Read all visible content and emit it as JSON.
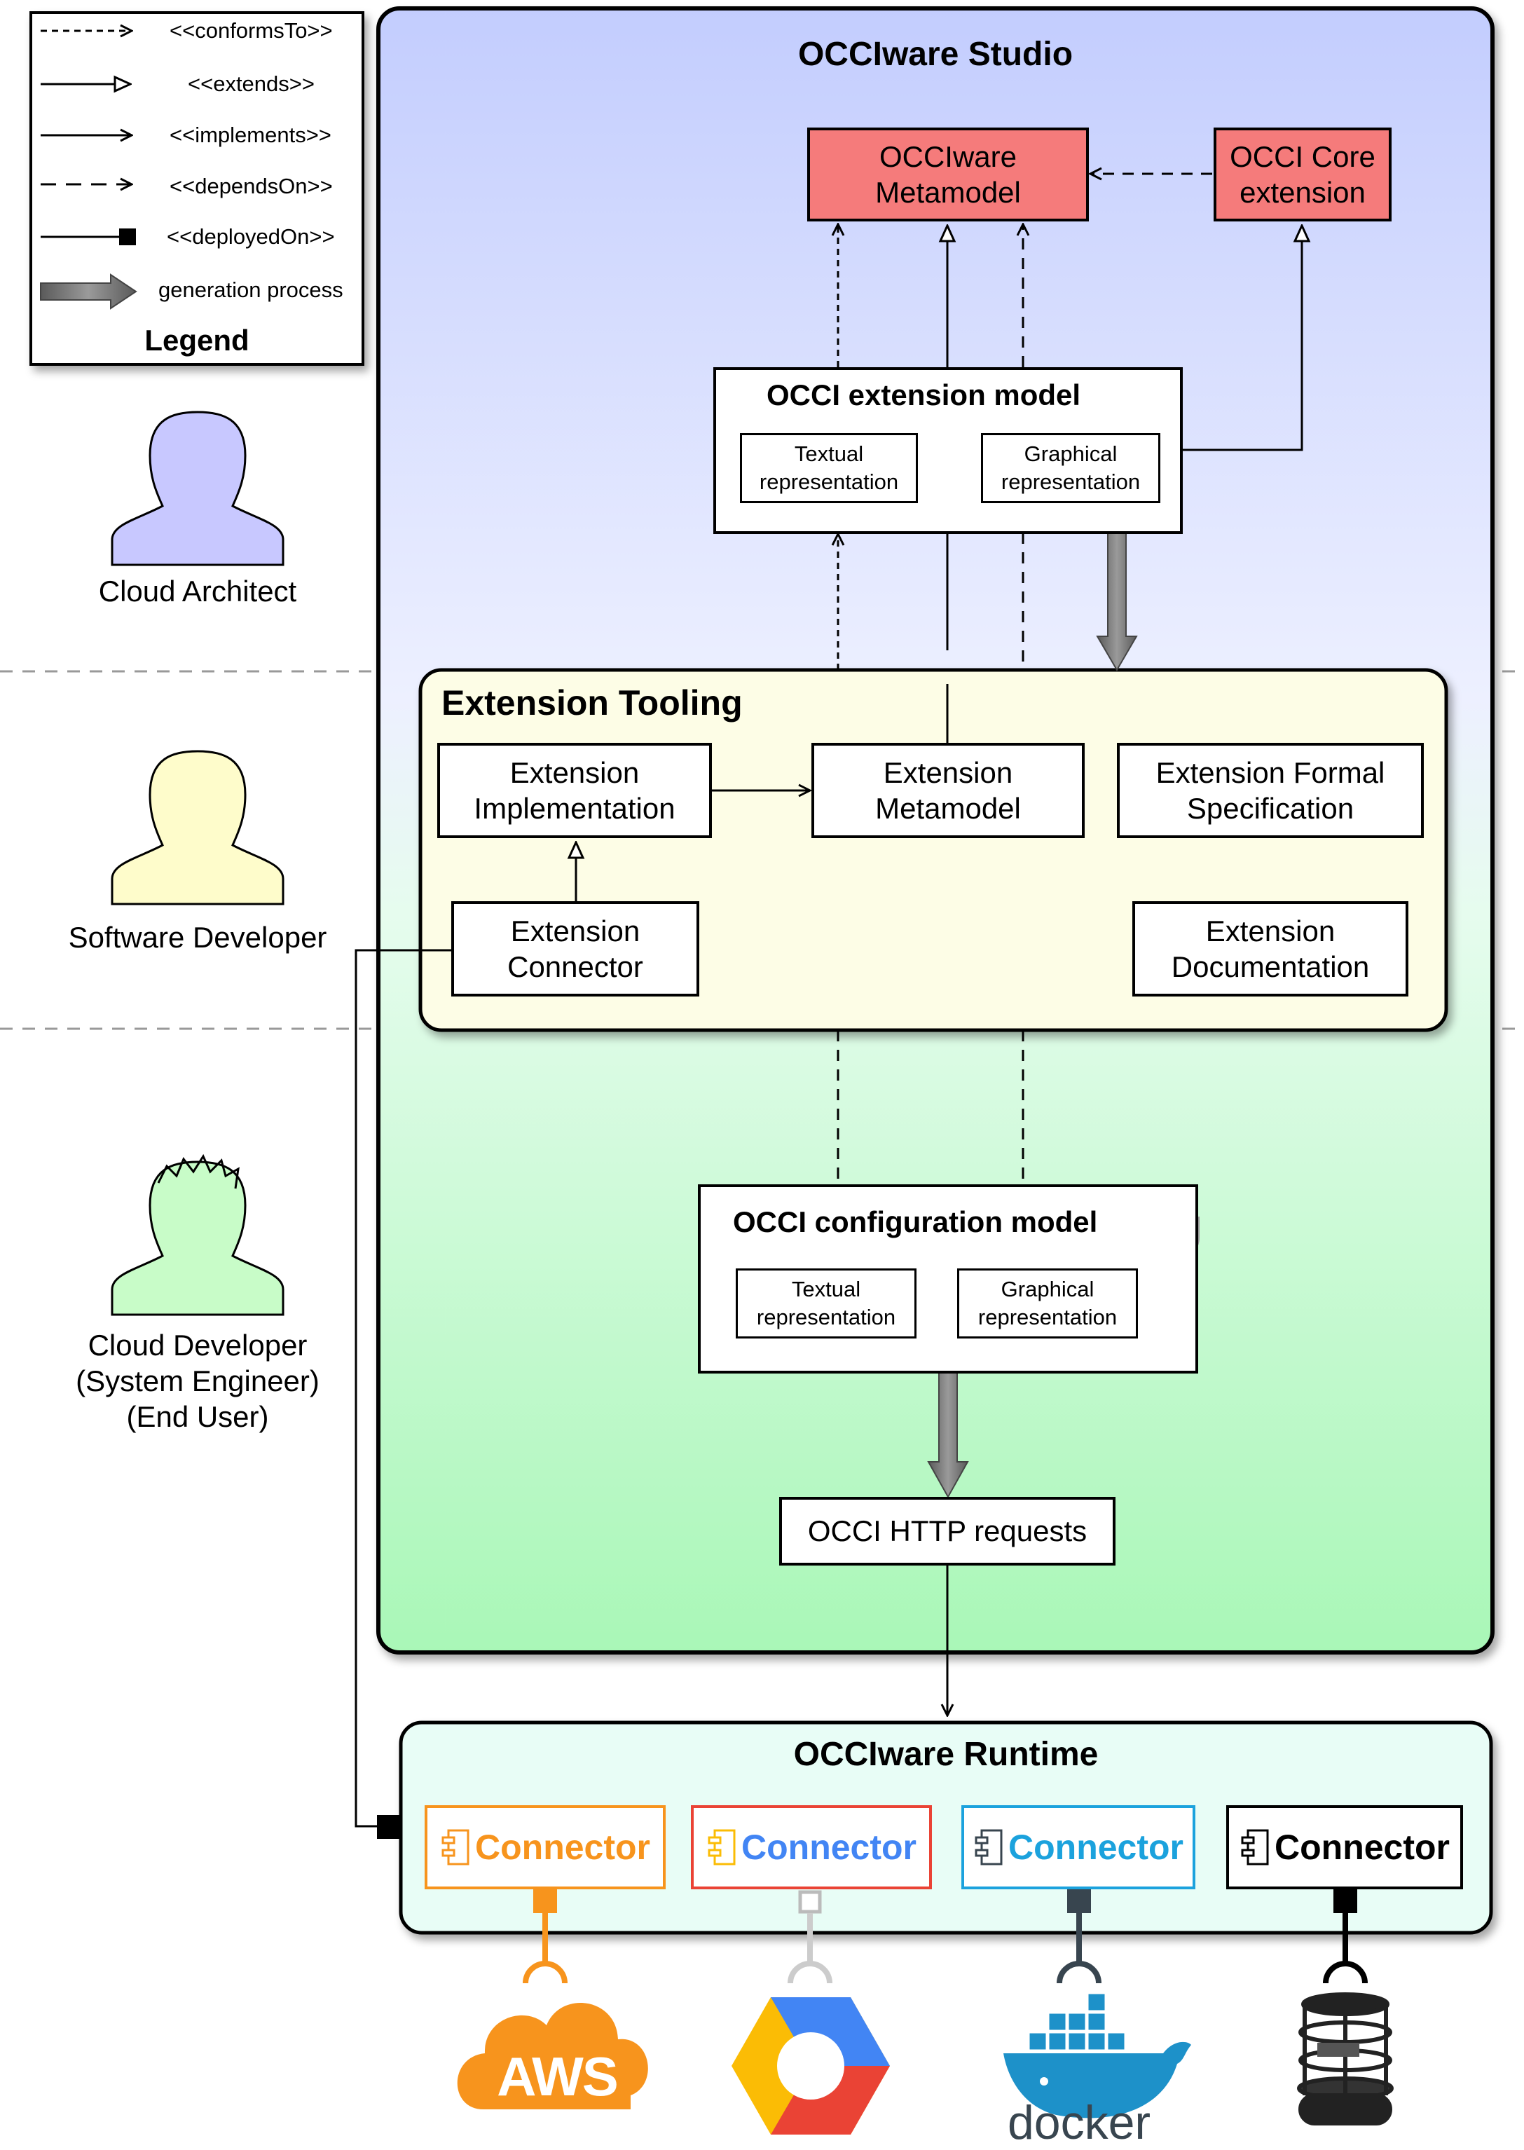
{
  "legend": {
    "title": "Legend",
    "items": [
      {
        "label": "<<conformsTo>>",
        "style": "dotted-open-arrow"
      },
      {
        "label": "<<extends>>",
        "style": "solid-hollow-triangle"
      },
      {
        "label": "<<implements>>",
        "style": "solid-open-arrow"
      },
      {
        "label": "<<dependsOn>>",
        "style": "dashed-open-arrow"
      },
      {
        "label": "<<deployedOn>>",
        "style": "solid-square-end"
      },
      {
        "label": "generation process",
        "style": "thick-gray-arrow"
      }
    ]
  },
  "actors": [
    {
      "label": "Cloud Architect",
      "color": "#c8c8ff"
    },
    {
      "label": "Software Developer",
      "color": "#fefccb"
    },
    {
      "label": "Cloud Developer\n(System Engineer)\n(End User)",
      "color": "#c8fcc8"
    }
  ],
  "studio": {
    "title": "OCCIware Studio",
    "metamodel": "OCCIware\nMetamodel",
    "core_extension": "OCCI Core\nextension",
    "extension_model": {
      "title": "OCCI extension model",
      "textual": "Textual\nrepresentation",
      "graphical": "Graphical\nrepresentation"
    },
    "tooling": {
      "title": "Extension Tooling",
      "implementation": "Extension\nImplementation",
      "metamodel": "Extension\nMetamodel",
      "formal_spec": "Extension Formal\nSpecification",
      "connector": "Extension\nConnector",
      "documentation": "Extension\nDocumentation"
    },
    "configuration_model": {
      "title": "OCCI configuration model",
      "textual": "Textual\nrepresentation",
      "graphical": "Graphical\nrepresentation"
    },
    "http_requests": "OCCI HTTP requests"
  },
  "runtime": {
    "title": "OCCIware Runtime",
    "connectors": [
      {
        "label": "Connector",
        "color": "#f7941d"
      },
      {
        "label": "Connector",
        "color": "#4285f4"
      },
      {
        "label": "Connector",
        "color": "#1ba2dd"
      },
      {
        "label": "Connector",
        "color": "#000000"
      }
    ]
  },
  "targets": [
    {
      "label": "AWS",
      "icon": "aws-logo-icon",
      "color": "#f7941d"
    },
    {
      "label": "",
      "icon": "google-cloud-logo-icon",
      "color": "#4285f4"
    },
    {
      "label": "docker",
      "icon": "docker-logo-icon",
      "color": "#1d91c9"
    },
    {
      "label": "",
      "icon": "turtlebot-robot-icon",
      "color": "#222222"
    }
  ],
  "colors": {
    "studio_top": "#c3cdfe",
    "studio_bottom": "#a9f7b7",
    "tooling_fill": "#fdfde6",
    "runtime_fill": "#e8fdf6",
    "red_box": "#f57b7b",
    "generation_arrow": "#7f7f7f"
  }
}
